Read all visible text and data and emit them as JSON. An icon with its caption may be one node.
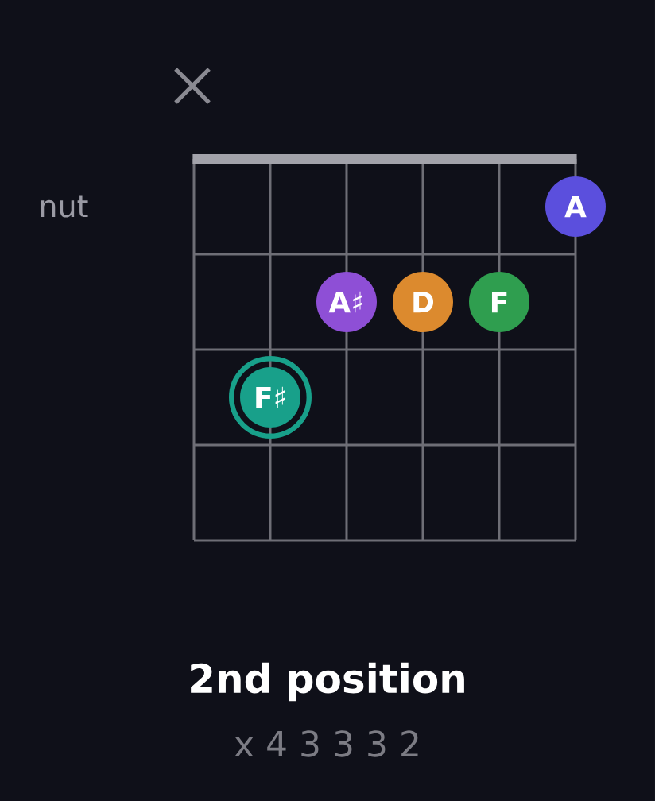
{
  "diagram": {
    "title": "2nd position",
    "nodes": [
      {
        "text": [
          "A"
        ]
      },
      {
        "text": [
          "A♯"
        ]
      },
      {
        "text": [
          "D"
        ]
      },
      {
        "text": [
          "F"
        ]
      },
      {
        "text": [
          "F♯"
        ]
      }
    ],
    "labels": [
      "nut",
      "x 4 3 3 3 2"
    ]
  }
}
